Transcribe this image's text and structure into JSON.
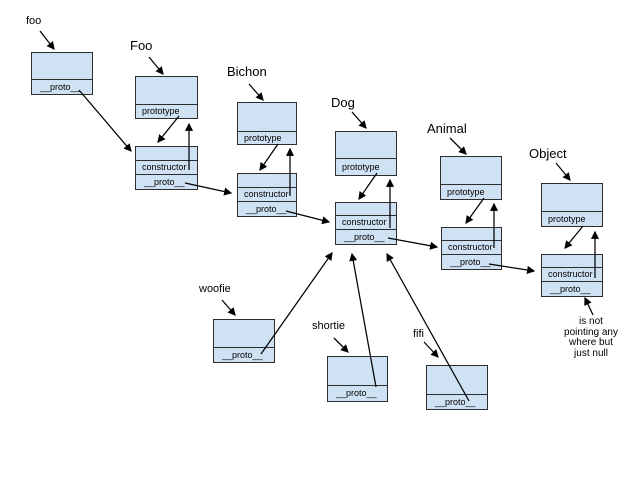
{
  "diagram": {
    "function_labels": {
      "foo_fn": "Foo",
      "bichon": "Bichon",
      "dog": "Dog",
      "animal": "Animal",
      "object": "Object"
    },
    "instance_labels": {
      "foo": "foo",
      "woofie": "woofie",
      "shortie": "shortie",
      "fifi": "fifi"
    },
    "slot_labels": {
      "prototype": "prototype",
      "constructor": "constructor",
      "proto": "__proto__"
    },
    "note": {
      "line1": "is not",
      "line2": "pointing any",
      "line3": "where but",
      "line4": "just null"
    },
    "colors": {
      "background": "#ffffff",
      "box_fill": "#cfe2f3",
      "box_border": "#2d2d2d",
      "arrow": "#000000",
      "text": "#000000"
    }
  }
}
